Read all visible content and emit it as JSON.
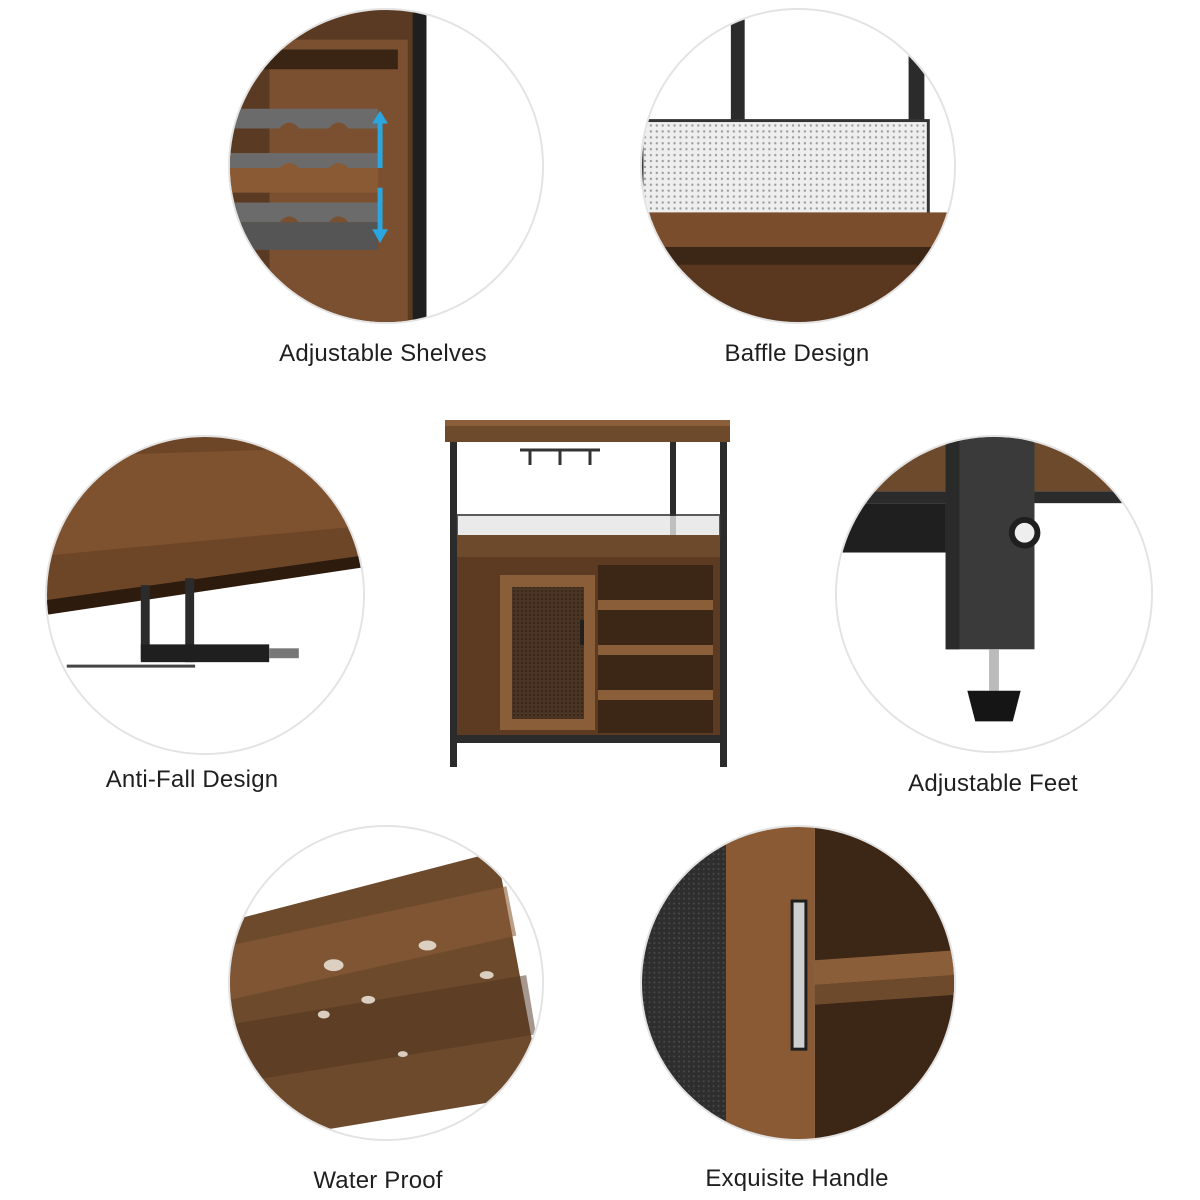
{
  "features": [
    {
      "id": "adjustable-shelves",
      "label": "Adjustable Shelves",
      "icon": "adjustable-shelves-detail"
    },
    {
      "id": "baffle-design",
      "label": "Baffle Design",
      "icon": "baffle-design-detail"
    },
    {
      "id": "anti-fall-design",
      "label": "Anti-Fall Design",
      "icon": "anti-fall-design-detail"
    },
    {
      "id": "adjustable-feet",
      "label": "Adjustable Feet",
      "icon": "adjustable-feet-detail"
    },
    {
      "id": "water-proof",
      "label": "Water Proof",
      "icon": "water-proof-detail"
    },
    {
      "id": "exquisite-handle",
      "label": "Exquisite Handle",
      "icon": "exquisite-handle-detail"
    }
  ],
  "colors": {
    "wood": "#6e4a2c",
    "wood_dark": "#3e2716",
    "wood_light": "#9a6b42",
    "metal": "#2b2b2b",
    "mesh": "#d9d9d9",
    "accent_arrow": "#2aa7e0"
  }
}
